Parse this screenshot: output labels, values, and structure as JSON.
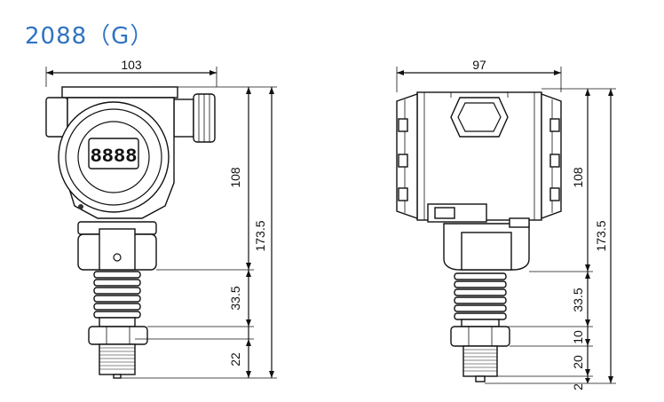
{
  "title": "2088（G）",
  "left_view": {
    "width": "103",
    "head_height": "108",
    "total_height": "173.5",
    "neck_height": "33.5",
    "thread_height": "22",
    "display_text": "8888"
  },
  "right_view": {
    "width": "97",
    "head_height": "108",
    "total_height": "173.5",
    "neck_height": "33.5",
    "nut_height": "10",
    "thread_height": "20",
    "tip_height": "2"
  }
}
